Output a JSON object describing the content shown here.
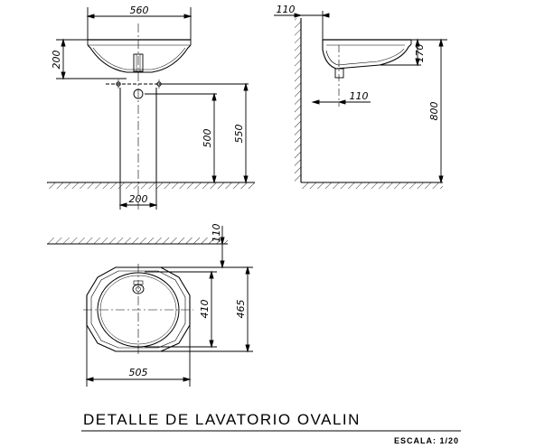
{
  "title": "DETALLE DE LAVATORIO OVALIN",
  "scale": "ESCALA: 1/20",
  "dims": {
    "front_width": "560",
    "front_basin_height": "200",
    "front_drain_height": "500",
    "front_total_height": "550",
    "front_pedestal_width": "200",
    "side_wall_offset": "110",
    "side_basin_depth": "170",
    "side_drain_offset": "110",
    "side_total_height": "800",
    "plan_wall_offset": "110",
    "plan_inner_depth": "410",
    "plan_outer_depth": "465",
    "plan_width": "505"
  }
}
